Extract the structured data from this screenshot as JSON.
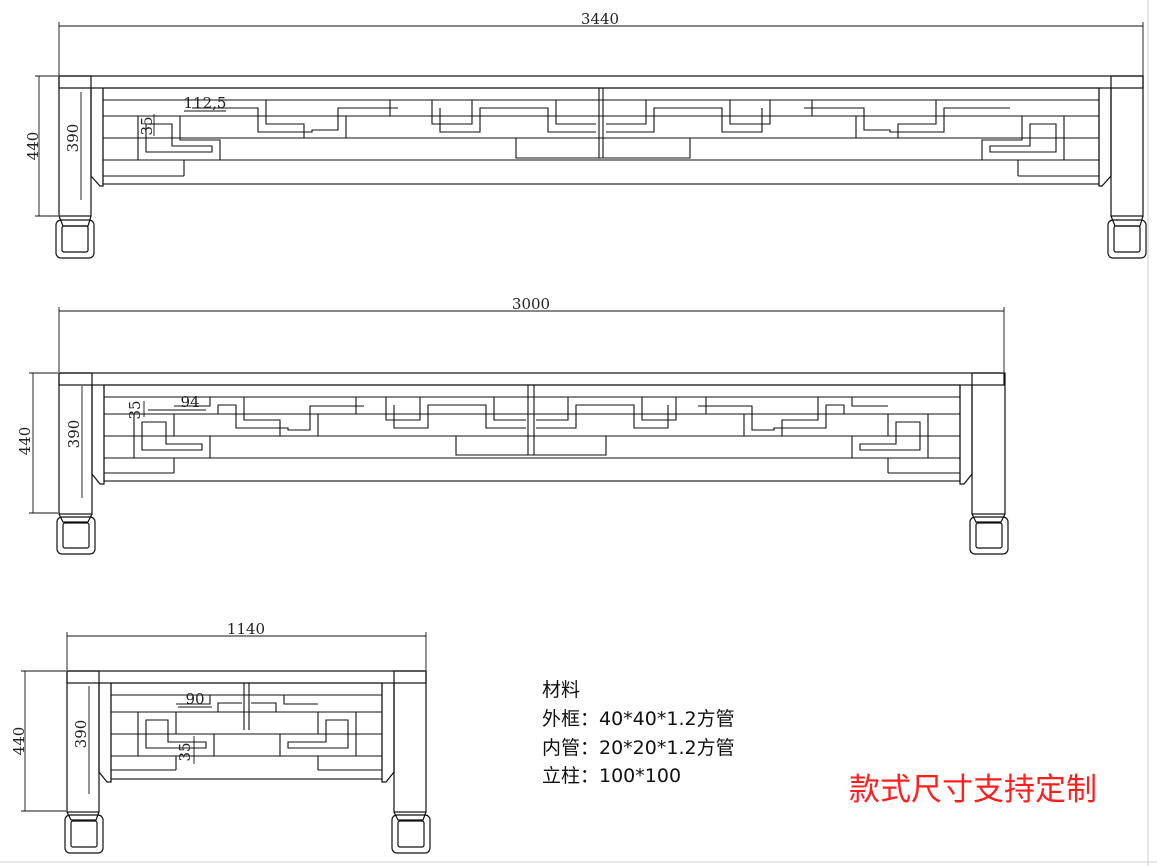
{
  "views": [
    {
      "name": "front-3440",
      "width_label": "3440",
      "height_label": "440",
      "inner_height_label": "390",
      "pattern_width_label": "112,5",
      "pattern_gap_label": "35"
    },
    {
      "name": "front-3000",
      "width_label": "3000",
      "height_label": "440",
      "inner_height_label": "390",
      "pattern_width_label": "94",
      "pattern_gap_label": "35"
    },
    {
      "name": "front-1140",
      "width_label": "1140",
      "height_label": "440",
      "inner_height_label": "390",
      "pattern_width_label": "90",
      "pattern_gap_label": "35"
    }
  ],
  "materials": {
    "title": "材料",
    "outer_frame": "外框：40*40*1.2方管",
    "inner_tube": "内管：20*20*1.2方管",
    "post": "立柱：100*100"
  },
  "note": "款式尺寸支持定制",
  "colors": {
    "line": "#111111",
    "note": "#ff1f1f"
  }
}
